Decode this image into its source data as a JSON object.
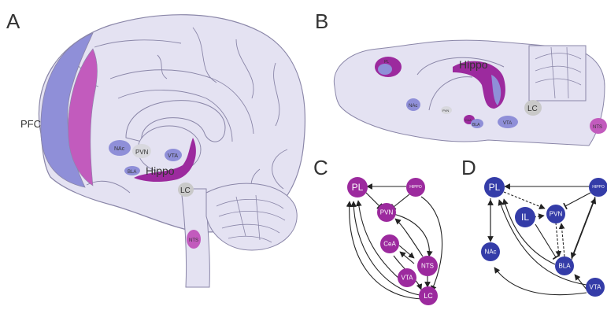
{
  "colors": {
    "brain_fill": "#e4e2f2",
    "brain_stroke": "#8a86a8",
    "purple": "#9c2a9e",
    "periwinkle": "#8f8fd8",
    "magenta": "#c25bbd",
    "gray_region": "#c9c9c9",
    "blue_node": "#343ca8",
    "arrow": "#222222"
  },
  "panels": {
    "a": {
      "letter": "A",
      "pfc": "PFC",
      "nac": "NAc",
      "pvn": "PVN",
      "vta": "VTA",
      "bla": "BLA",
      "hippo": "Hippo",
      "lc": "LC",
      "nts": "NTS"
    },
    "b": {
      "letter": "B",
      "hippo": "Hippo",
      "lc": "LC",
      "nts": "NTS",
      "nac": "NAc",
      "pvn": "PVN",
      "vta": "VTA",
      "cea": "CeA",
      "bla": "BLA",
      "pl": "PL"
    },
    "c": {
      "letter": "C",
      "nodes": {
        "pl": "PL",
        "hippo": "HIPPO",
        "pvn": "PVN",
        "cea": "CeA",
        "nts": "NTS",
        "vta": "VTA",
        "lc": "LC"
      }
    },
    "d": {
      "letter": "D",
      "nodes": {
        "pl": "PL",
        "hippo": "HIPPO",
        "il": "IL",
        "pvn": "PVN",
        "nac": "NAc",
        "bla": "BLA",
        "vta": "VTA"
      }
    }
  }
}
